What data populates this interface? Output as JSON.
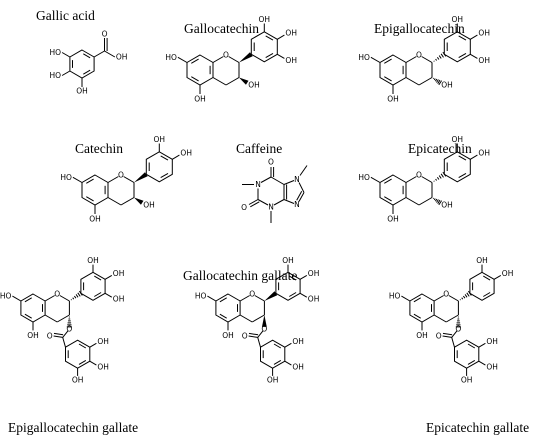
{
  "figure": {
    "compounds": [
      {
        "id": "gallic-acid",
        "name": "Gallic acid",
        "labels": [
          "HO",
          "HO",
          "OH",
          "O",
          "OH"
        ]
      },
      {
        "id": "gallocatechin",
        "name": "Gallocatechin",
        "labels": [
          "HO",
          "O",
          "OH",
          "OH",
          "OH",
          "OH",
          "OH"
        ]
      },
      {
        "id": "epigallocatechin",
        "name": "Epigallocatechin",
        "labels": [
          "HO",
          "O",
          "OH",
          "OH",
          "OH",
          "OH",
          "OH"
        ]
      },
      {
        "id": "catechin",
        "name": "Catechin",
        "labels": [
          "HO",
          "O",
          "OH",
          "OH",
          "OH",
          "OH"
        ]
      },
      {
        "id": "caffeine",
        "name": "Caffeine",
        "labels": [
          "N",
          "N",
          "N",
          "N",
          "O",
          "O"
        ]
      },
      {
        "id": "epicatechin",
        "name": "Epicatechin",
        "labels": [
          "HO",
          "O",
          "OH",
          "OH",
          "OH",
          "OH"
        ]
      },
      {
        "id": "epigallocatechin-gallate",
        "name": "Epigallocatechin gallate",
        "labels": [
          "HO",
          "O",
          "OH",
          "OH",
          "OH",
          "OH",
          "O",
          "O",
          "OH",
          "OH",
          "OH"
        ]
      },
      {
        "id": "gallocatechin-gallate",
        "name": "Gallocatechin gallate",
        "labels": [
          "HO",
          "O",
          "OH",
          "OH",
          "OH",
          "OH",
          "O",
          "O",
          "OH",
          "OH",
          "OH"
        ]
      },
      {
        "id": "epicatechin-gallate",
        "name": "Epicatechin gallate",
        "labels": [
          "HO",
          "O",
          "OH",
          "OH",
          "OH",
          "O",
          "O",
          "OH",
          "OH",
          "OH"
        ]
      }
    ]
  }
}
